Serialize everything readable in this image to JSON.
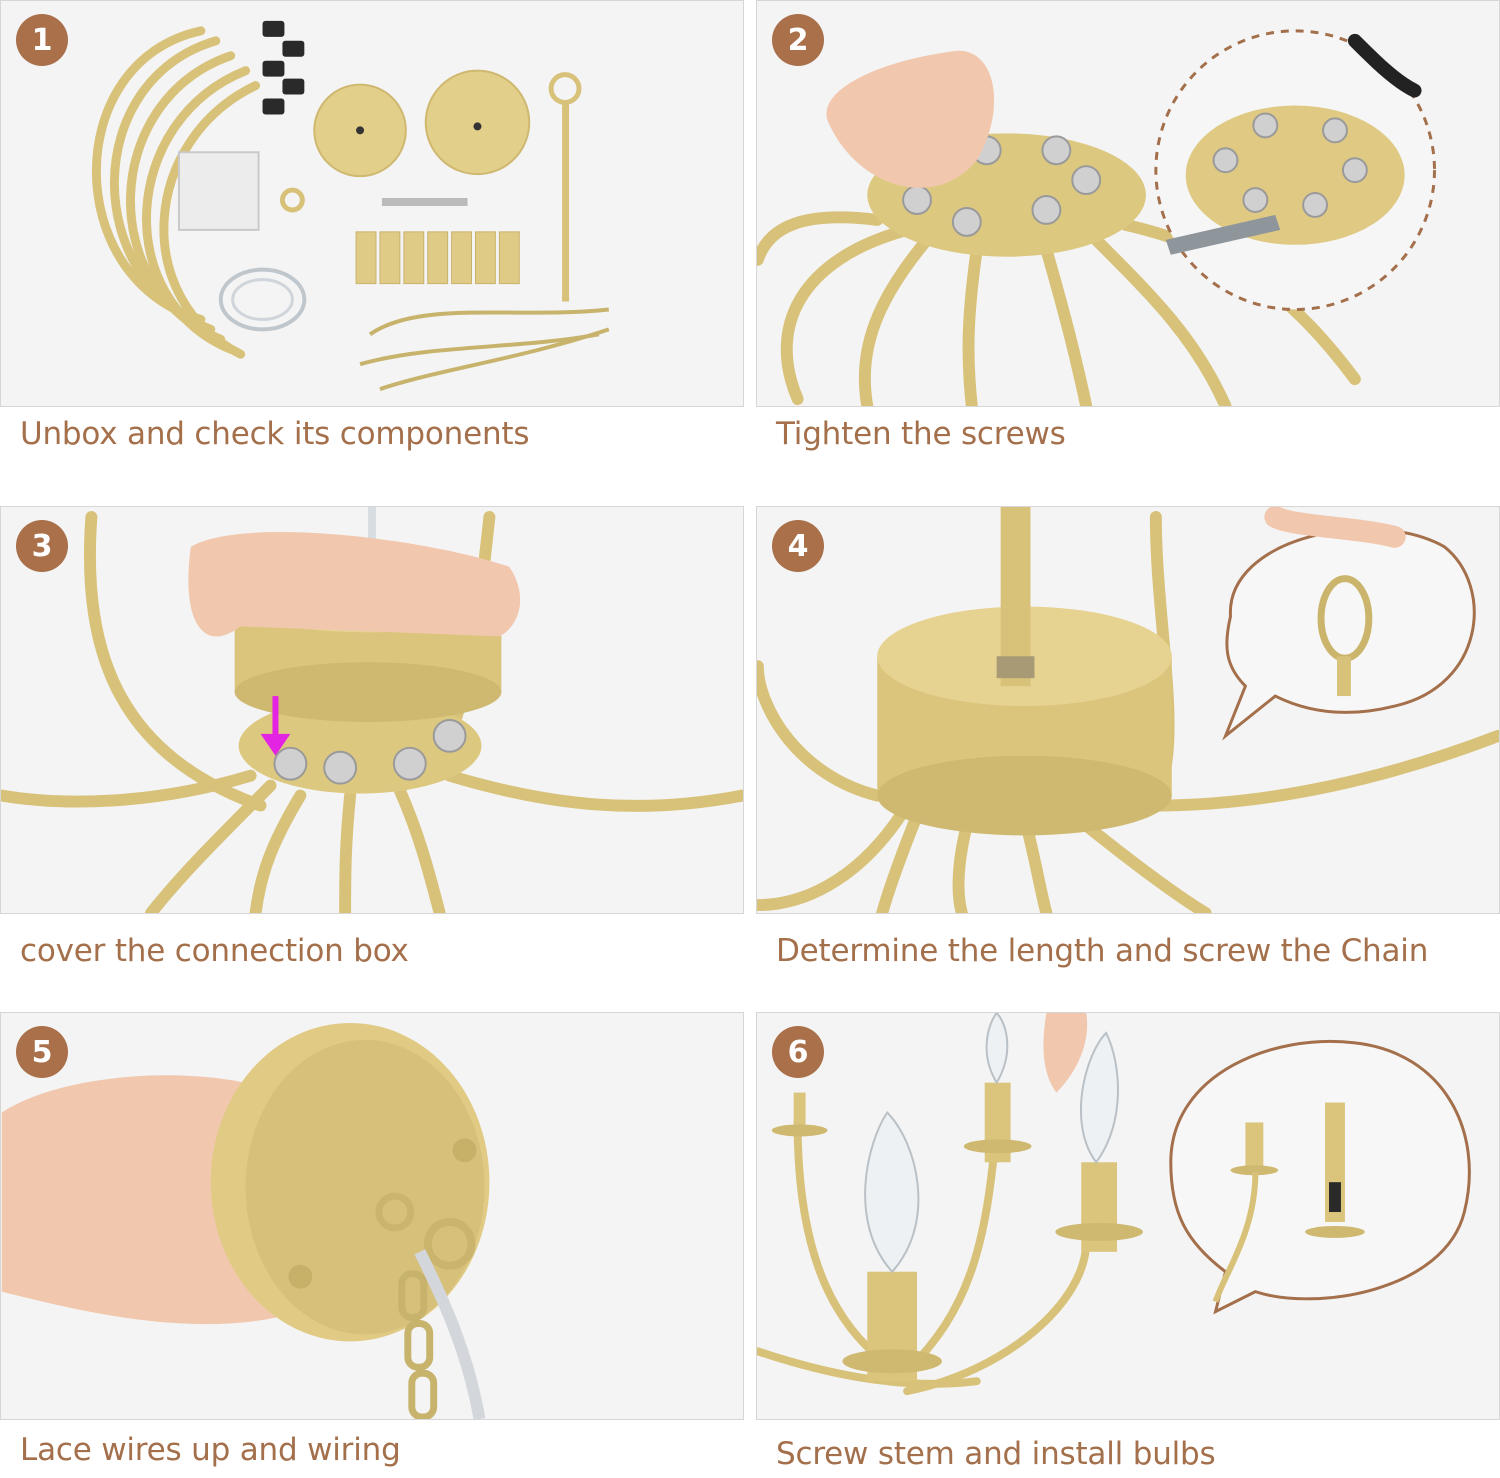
{
  "steps": [
    {
      "number": "1",
      "caption": "Unbox and check its components"
    },
    {
      "number": "2",
      "caption": "Tighten the screws"
    },
    {
      "number": "3",
      "caption": "cover the connection box"
    },
    {
      "number": "4",
      "caption": "Determine the length and screw the  Chain"
    },
    {
      "number": "5",
      "caption": "Lace wires up and wiring"
    },
    {
      "number": "6",
      "caption": "Screw stem and install bulbs"
    }
  ],
  "colors": {
    "badge": "#a9704a",
    "caption": "#a46f4b",
    "gold": "#d8c27a",
    "panel_background": "#f4f4f4",
    "callout_border": "#a46f4b"
  },
  "icons": {
    "hand": "hand-icon",
    "arrow": "magenta-down-arrow-icon"
  }
}
